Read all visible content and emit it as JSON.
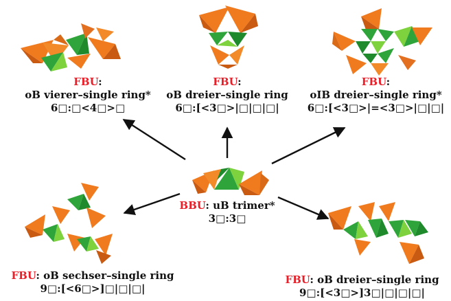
{
  "colors": {
    "accent_red": "#e8202a",
    "text": "#111111",
    "arrow": "#111111",
    "orange": "#f07a1e",
    "green": "#2ea43a",
    "light_green": "#7ed23e"
  },
  "center": {
    "prefix": "BBU",
    "title": ": uB trimer*",
    "formula": "3□:3□"
  },
  "panels": {
    "top_left": {
      "prefix": "FBU",
      "suffix": ":",
      "name": "oB vierer–single ring*",
      "formula": "6□:□<4□>□"
    },
    "top_center": {
      "prefix": "FBU",
      "suffix": ":",
      "name": "oB dreier–single ring",
      "formula": "6□:[<3□>|□|□|□|"
    },
    "top_right": {
      "prefix": "FBU",
      "suffix": ":",
      "name": "oIB dreier–single ring*",
      "formula": "6□:[<3□>|=<3□>|□|□|"
    },
    "bottom_left": {
      "prefix": "FBU",
      "name": ": oB sechser–single ring",
      "formula": "9□:[<6□>]□|□|□|"
    },
    "bottom_right": {
      "prefix": "FBU",
      "name": ": oB dreier–single ring",
      "formula": "9□:[<3□>]3□|□|□|□|"
    }
  }
}
